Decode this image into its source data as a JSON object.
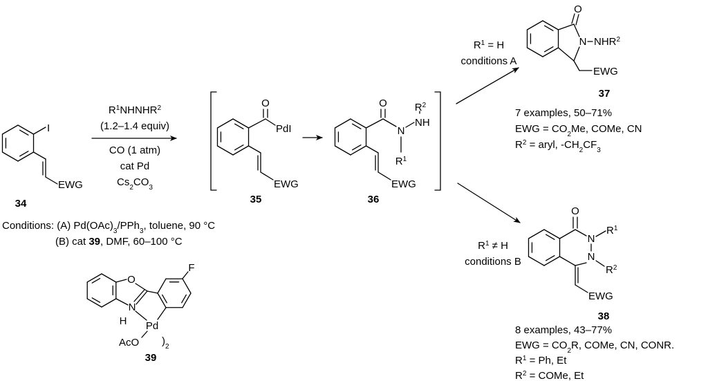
{
  "reagents": {
    "line1": [
      [
        "R",
        ""
      ],
      [
        "1",
        "sup"
      ],
      [
        "NHNHR",
        ""
      ],
      [
        "2",
        "sup"
      ]
    ],
    "line2": "(1.2–1.4 equiv)",
    "line3": "CO (1 atm)",
    "line4": "cat Pd",
    "line5": [
      [
        "Cs",
        ""
      ],
      [
        "2",
        "sub"
      ],
      [
        "CO",
        ""
      ],
      [
        "3",
        "sub"
      ]
    ]
  },
  "conditions": {
    "line_a": [
      [
        "Conditions: (A) Pd(OAc)",
        ""
      ],
      [
        "3",
        "sub"
      ],
      [
        "/PPh",
        ""
      ],
      [
        "3",
        "sub"
      ],
      [
        ", toluene, 90 °C",
        ""
      ]
    ],
    "line_b": [
      [
        "(B) cat ",
        ""
      ],
      [
        "39",
        "b"
      ],
      [
        ", DMF, 60–100 °C",
        ""
      ]
    ]
  },
  "compounds": {
    "c34": {
      "label": "34",
      "iodo": "I",
      "ewg": "EWG"
    },
    "c35": {
      "label": "35",
      "oxygen": "O",
      "pd": "PdI",
      "ewg": "EWG"
    },
    "c36": {
      "label": "36",
      "oxygen": "O",
      "n": "N",
      "nh": "NH",
      "r1": [
        [
          "R",
          ""
        ],
        [
          "1",
          "sup"
        ]
      ],
      "r2": [
        [
          "R",
          ""
        ],
        [
          "2",
          "sup"
        ]
      ],
      "ewg": "EWG"
    },
    "c37": {
      "label": "37",
      "oxygen": "O",
      "n": "N",
      "nhr2": [
        [
          "NHR",
          ""
        ],
        [
          "2",
          "sup"
        ]
      ],
      "ewg": "EWG"
    },
    "c38": {
      "label": "38",
      "oxygen": "O",
      "n1": "N",
      "n2": "N",
      "r1": [
        [
          "R",
          ""
        ],
        [
          "1",
          "sup"
        ]
      ],
      "r2": [
        [
          "R",
          ""
        ],
        [
          "2",
          "sup"
        ]
      ],
      "ewg": "EWG"
    },
    "c39": {
      "label": "39",
      "oxygen": "O",
      "n": "N",
      "h": "H",
      "pd": "Pd",
      "aco": "AcO",
      "f": "F",
      "dimer": [
        [
          ")",
          ""
        ],
        [
          "2",
          "sub"
        ]
      ]
    }
  },
  "branch_a": {
    "condition": [
      [
        "R",
        ""
      ],
      [
        "1",
        "sup"
      ],
      [
        " = H",
        ""
      ]
    ],
    "label": "conditions A"
  },
  "branch_b": {
    "condition": [
      [
        "R",
        ""
      ],
      [
        "1",
        "sup"
      ],
      [
        " ≠ H",
        ""
      ]
    ],
    "label": "conditions B"
  },
  "results_37": [
    [
      [
        "7 examples, 50–71%",
        ""
      ]
    ],
    [
      [
        "EWG = CO",
        ""
      ],
      [
        "2",
        "sub"
      ],
      [
        "Me, COMe, CN",
        ""
      ]
    ],
    [
      [
        "R",
        ""
      ],
      [
        "2",
        "sup"
      ],
      [
        " = aryl, -CH",
        ""
      ],
      [
        "2",
        "sub"
      ],
      [
        "CF",
        ""
      ],
      [
        "3",
        "sub"
      ]
    ]
  ],
  "results_38": [
    [
      [
        "8 examples, 43–77%",
        ""
      ]
    ],
    [
      [
        "EWG = CO",
        ""
      ],
      [
        "2",
        "sub"
      ],
      [
        "R, COMe, CN, CONR.",
        ""
      ]
    ],
    [
      [
        "R",
        ""
      ],
      [
        "1",
        "sup"
      ],
      [
        " = Ph, Et",
        ""
      ]
    ],
    [
      [
        "R",
        ""
      ],
      [
        "2",
        "sup"
      ],
      [
        " = COMe, Et",
        ""
      ]
    ]
  ]
}
